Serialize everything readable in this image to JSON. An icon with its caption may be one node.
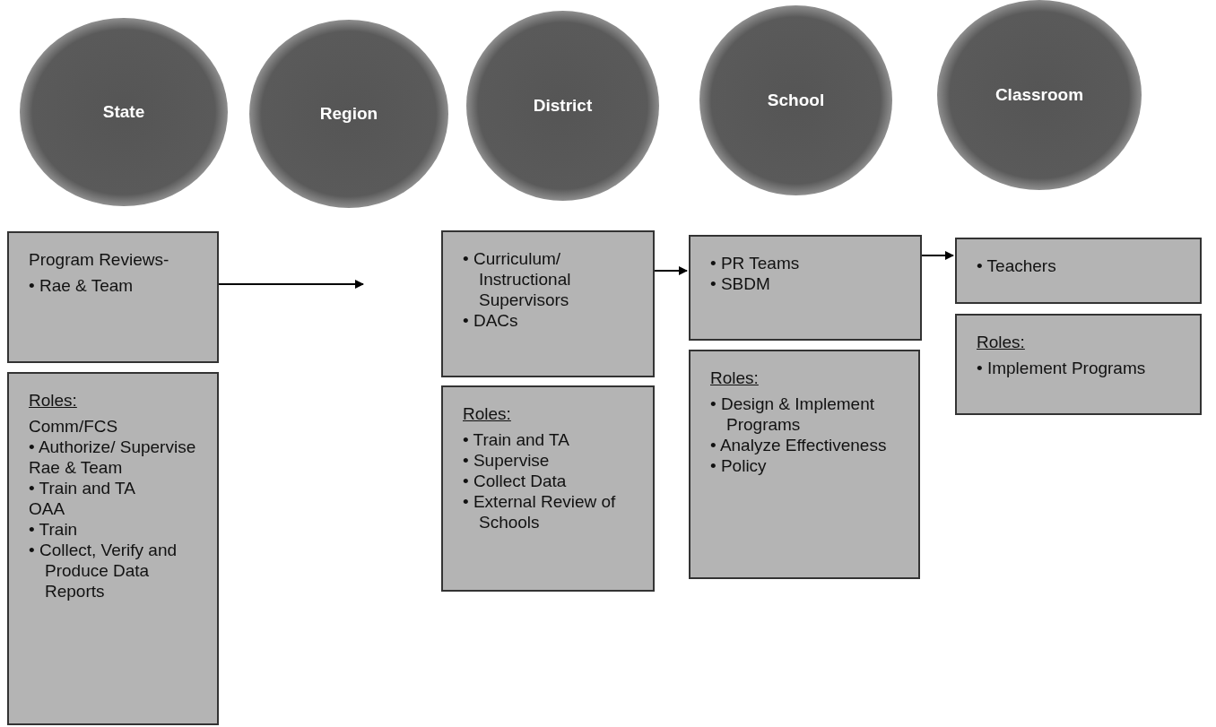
{
  "diagram": {
    "nodes": [
      {
        "text": [
          "State"
        ]
      },
      {
        "text": [
          "Region"
        ]
      },
      {
        "text": [
          "District"
        ]
      },
      {
        "text": [
          "School"
        ]
      },
      {
        "text": [
          "Classroom"
        ]
      },
      {
        "text": [
          "Program Reviews-",
          "• Rae & Team"
        ]
      },
      {
        "text": [
          "Roles:",
          "Comm/FCS",
          "• Authorize/ Supervise",
          "Rae & Team",
          "• Train and TA",
          "OAA",
          "• Train",
          "• Collect, Verify and Produce Data Reports"
        ]
      },
      {
        "text": [
          "• Curriculum/ Instructional Supervisors",
          "• DACs"
        ]
      },
      {
        "text": [
          "Roles:",
          "• Train and TA",
          "• Supervise",
          "• Collect Data",
          "• External Review of Schools"
        ]
      },
      {
        "text": [
          "• PR Teams",
          "• SBDM"
        ]
      },
      {
        "text": [
          "Roles:",
          "• Design & Implement Programs",
          "• Analyze Effectiveness",
          "• Policy"
        ]
      },
      {
        "text": [
          "• Teachers"
        ]
      },
      {
        "text": [
          "Roles:",
          "• Implement Programs"
        ]
      }
    ],
    "edges": [
      {
        "from": 5,
        "to": null,
        "arrow": "to"
      },
      {
        "from": 7,
        "to": 9,
        "arrow": "to"
      },
      {
        "from": 9,
        "to": 11,
        "arrow": "to"
      }
    ]
  }
}
